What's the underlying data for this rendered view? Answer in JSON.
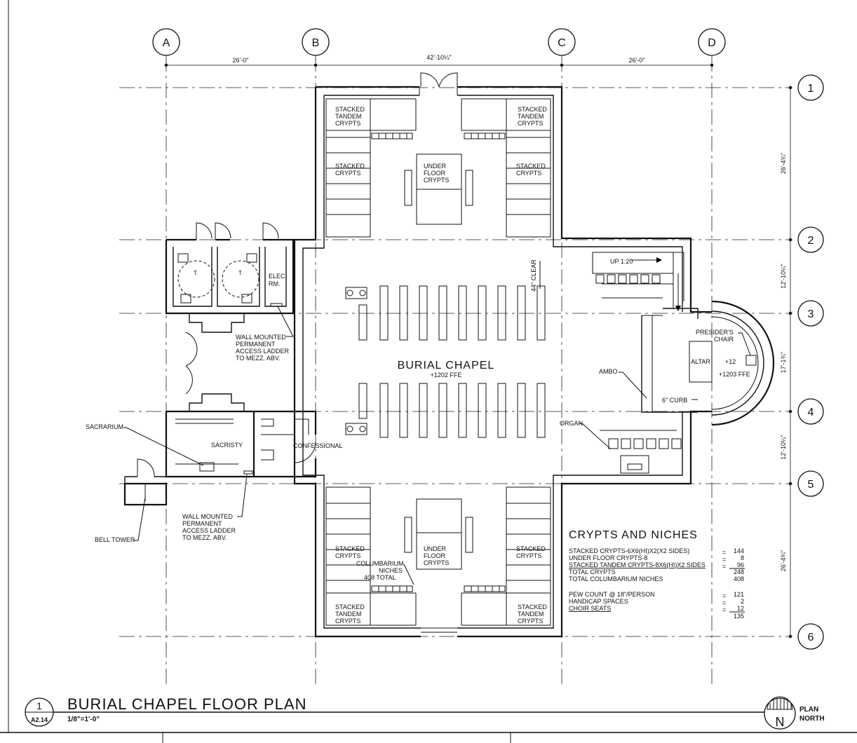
{
  "grid": {
    "columns": [
      "A",
      "B",
      "C",
      "D"
    ],
    "rows": [
      "1",
      "2",
      "3",
      "4",
      "5",
      "6"
    ],
    "dims_top": [
      "26'-0\"",
      "42'-10¼\"",
      "26'-0\""
    ],
    "dims_right": [
      "26'-4¾\"",
      "12'-10¼\"",
      "17'-1¾\"",
      "12'-10¼\"",
      "26'-4¾\""
    ]
  },
  "labels": {
    "stacked_tandem_crypts": [
      "STACKED",
      "TANDEM",
      "CRYPTS"
    ],
    "stacked_crypts": [
      "STACKED",
      "CRYPTS"
    ],
    "under_floor_crypts": [
      "UNDER",
      "FLOOR",
      "CRYPTS"
    ],
    "chapel_name": "BURIAL CHAPEL",
    "chapel_ffe": "+1202 FFE",
    "clear": "44\" CLEAR",
    "ramp": "UP 1:20",
    "elec": [
      "ELEC.",
      "RM."
    ],
    "toilet": "T.",
    "ladder": [
      "WALL MOUNTED",
      "PERMANENT",
      "ACCESS LADDER",
      "TO MEZZ. ABV."
    ],
    "sacrarium": "SACRARIUM",
    "sacristy": "SACRISTY",
    "confessional": "CONFESSIONAL",
    "bell_tower": "BELL TOWER",
    "presiders_chair": [
      "PRESIDER'S",
      "CHAIR"
    ],
    "altar": "ALTAR",
    "chancel_level": "+12",
    "chancel_ffe": "+1203 FFE",
    "ambo": "AMBO",
    "curb": "6\" CURB",
    "organ": "ORGAN",
    "columbarium": [
      "COLUMBARIUM",
      "NICHES",
      "408 TOTAL"
    ]
  },
  "schedule": {
    "title": "CRYPTS AND NICHES",
    "rows": [
      {
        "label": "STACKED CRYPTS-6X6(HI)X2(X2 SIDES)",
        "eq": "=",
        "value": "144",
        "underline": false
      },
      {
        "label": "UNDER FLOOR CRYPTS-8",
        "eq": "=",
        "value": "8",
        "underline": false
      },
      {
        "label": "STACKED TANDEM CRYPTS-8X6(HI)X2 SIDES",
        "eq": "=",
        "value": "96",
        "underline": true
      },
      {
        "label": "TOTAL CRYPTS",
        "eq": "",
        "value": "248",
        "underline": false
      },
      {
        "label": "TOTAL COLUMBARIUM NICHES",
        "eq": "",
        "value": "408",
        "underline": false
      },
      {
        "label": "PEW COUNT @ 18\"/PERSON",
        "eq": "=",
        "value": "121",
        "underline": false
      },
      {
        "label": "HANDICAP SPACES",
        "eq": "=",
        "value": "2",
        "underline": false
      },
      {
        "label": "CHOIR SEATS",
        "eq": "=",
        "value": "12",
        "underline": true
      },
      {
        "label": "",
        "eq": "",
        "value": "135",
        "underline": false
      }
    ]
  },
  "title_block": {
    "number": "1",
    "sheet": "A2.14",
    "title": "BURIAL CHAPEL FLOOR PLAN",
    "scale": "1/8\"=1'-0\"",
    "north_letter": "N",
    "north_text": [
      "PLAN",
      "NORTH"
    ]
  }
}
